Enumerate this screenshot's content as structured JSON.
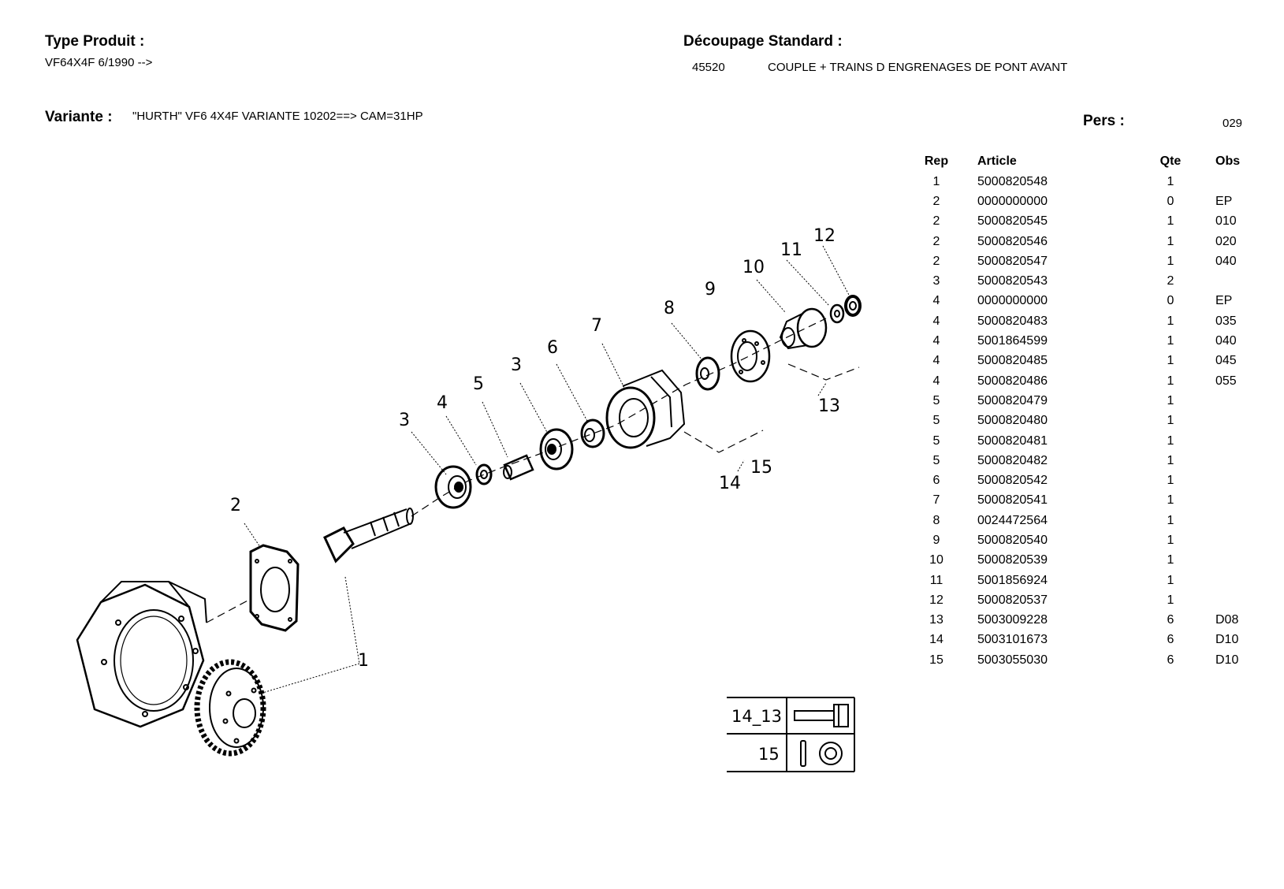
{
  "header": {
    "type_produit_label": "Type Produit :",
    "type_produit_value": "VF64X4F  6/1990 -->",
    "decoupage_label": "Découpage Standard :",
    "decoupage_code": "45520",
    "decoupage_title": "COUPLE + TRAINS D ENGRENAGES DE PONT AVANT",
    "variante_label": "Variante :",
    "variante_value": "\"HURTH\" VF6 4X4F VARIANTE 10202==> CAM=31HP",
    "pers_label": "Pers :",
    "pers_value": "029"
  },
  "table": {
    "columns": [
      "Rep",
      "Article",
      "Qte",
      "Obs"
    ],
    "rows": [
      [
        "1",
        "5000820548",
        "1",
        ""
      ],
      [
        "2",
        "0000000000",
        "0",
        "EP"
      ],
      [
        "2",
        "5000820545",
        "1",
        "010"
      ],
      [
        "2",
        "5000820546",
        "1",
        "020"
      ],
      [
        "2",
        "5000820547",
        "1",
        "040"
      ],
      [
        "3",
        "5000820543",
        "2",
        ""
      ],
      [
        "4",
        "0000000000",
        "0",
        "EP"
      ],
      [
        "4",
        "5000820483",
        "1",
        "035"
      ],
      [
        "4",
        "5001864599",
        "1",
        "040"
      ],
      [
        "4",
        "5000820485",
        "1",
        "045"
      ],
      [
        "4",
        "5000820486",
        "1",
        "055"
      ],
      [
        "5",
        "5000820479",
        "1",
        ""
      ],
      [
        "5",
        "5000820480",
        "1",
        ""
      ],
      [
        "5",
        "5000820481",
        "1",
        ""
      ],
      [
        "5",
        "5000820482",
        "1",
        ""
      ],
      [
        "6",
        "5000820542",
        "1",
        ""
      ],
      [
        "7",
        "5000820541",
        "1",
        ""
      ],
      [
        "8",
        "0024472564",
        "1",
        ""
      ],
      [
        "9",
        "5000820540",
        "1",
        ""
      ],
      [
        "10",
        "5000820539",
        "1",
        ""
      ],
      [
        "11",
        "5001856924",
        "1",
        ""
      ],
      [
        "12",
        "5000820537",
        "1",
        ""
      ],
      [
        "13",
        "5003009228",
        "6",
        "D08"
      ],
      [
        "14",
        "5003101673",
        "6",
        "D10"
      ],
      [
        "15",
        "5003055030",
        "6",
        "D10"
      ]
    ]
  },
  "diagram": {
    "callouts": [
      "1",
      "2",
      "3",
      "3",
      "4",
      "5",
      "6",
      "7",
      "8",
      "9",
      "10",
      "11",
      "12",
      "13",
      "14",
      "15"
    ],
    "hardware_legend": {
      "row1_label": "14_13",
      "row2_label": "15"
    }
  }
}
